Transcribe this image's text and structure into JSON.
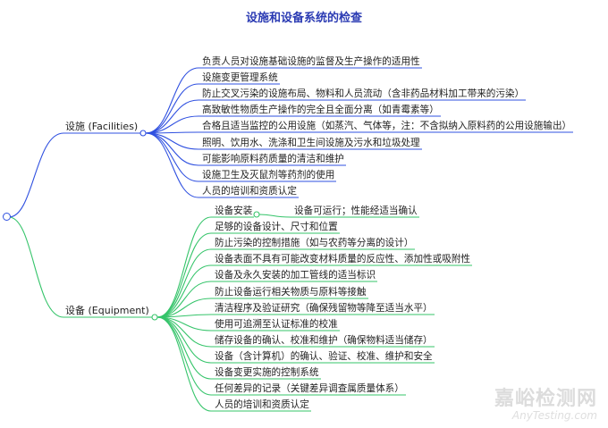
{
  "title": "设施和设备系统的检查",
  "branches": [
    {
      "label": "设施 (Facilities)",
      "color": "#2f50e0",
      "items": [
        "负责人员对设施基础设施的监督及生产操作的适用性",
        "设施变更管理系统",
        "防止交叉污染的设施布局、物料和人员流动（含非药品材料加工带来的污染）",
        "高致敏性物质生产操作的完全且全面分离（如青霉素等）",
        "合格且适当监控的公用设施（如蒸汽、气体等，注：不含拟纳入原料药的公用设施输出）",
        "照明、饮用水、洗涤和卫生间设施及污水和垃圾处理",
        "可能影响原料药质量的清洁和维护",
        "设施卫生及灭鼠剂等药剂的使用",
        "人员的培训和资质认定"
      ]
    },
    {
      "label": "设备 (Equipment)",
      "color": "#35c46a",
      "items": [
        "设备安装",
        "足够的设备设计、尺寸和位置",
        "防止污染的控制措施（如与农药等分离的设计）",
        "设备表面不具有可能改变材料质量的反应性、添加性或吸附性",
        "设备及永久安装的加工管线的适当标识",
        "防止设备运行相关物质与原料等接触",
        "清洁程序及验证研究（确保残留物等降至适当水平）",
        "使用可追溯至认证标准的校准",
        "储存设备的确认、校准和维护（确保物料适当储存）",
        "设备（含计算机）的确认、验证、校准、维护和安全",
        "设备变更实施的控制系统",
        "任何差异的记录（关键差异调查属质量体系）",
        "人员的培训和资质认定"
      ],
      "sub": "设备可运行；性能经适当确认"
    }
  ],
  "watermark": {
    "cn": "嘉峪检测网",
    "en": "AnyTesting.com"
  }
}
